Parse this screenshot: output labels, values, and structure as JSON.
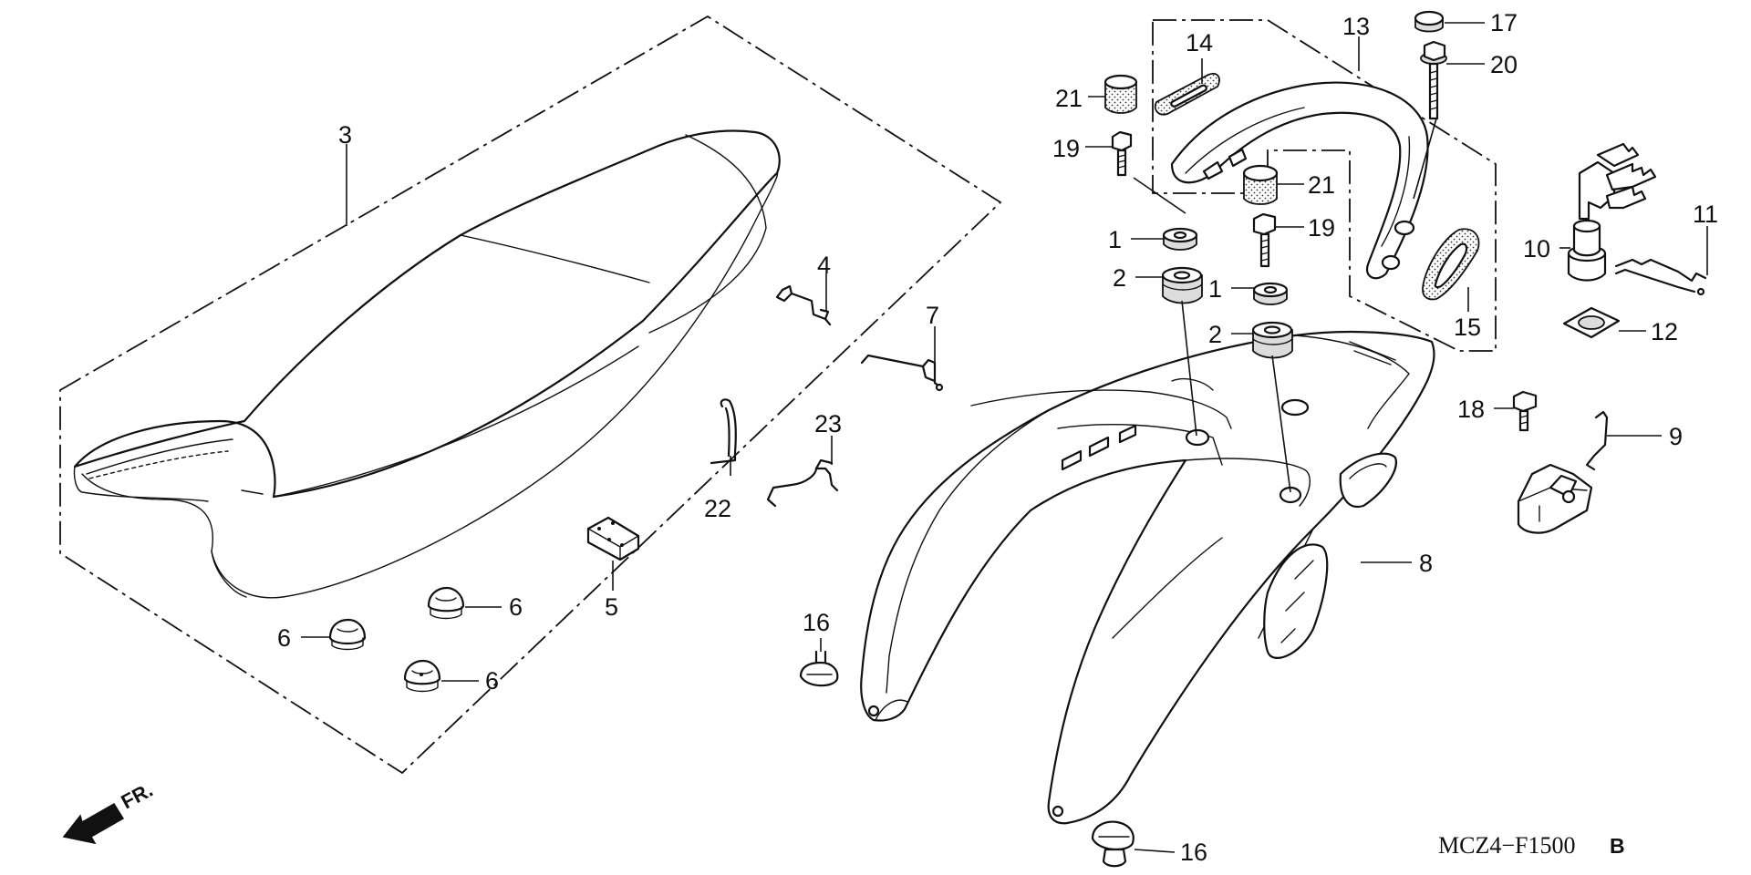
{
  "diagram": {
    "callouts": {
      "c3": "3",
      "c4": "4",
      "c5": "5",
      "c6a": "6",
      "c6b": "6",
      "c6c": "6",
      "c7": "7",
      "c22": "22",
      "c23": "23",
      "c16a": "16",
      "c16b": "16",
      "c14": "14",
      "c13": "13",
      "c21a": "21",
      "c21b": "21",
      "c19a": "19",
      "c19b": "19",
      "c1a": "1",
      "c1b": "1",
      "c2a": "2",
      "c2b": "2",
      "c17": "17",
      "c20": "20",
      "c10": "10",
      "c11": "11",
      "c12": "12",
      "c15": "15",
      "c18": "18",
      "c9": "9",
      "c8": "8"
    },
    "front_arrow": {
      "label": "FR."
    },
    "figure_code": {
      "main": "MCZ4−F1500",
      "suffix": "B"
    }
  }
}
